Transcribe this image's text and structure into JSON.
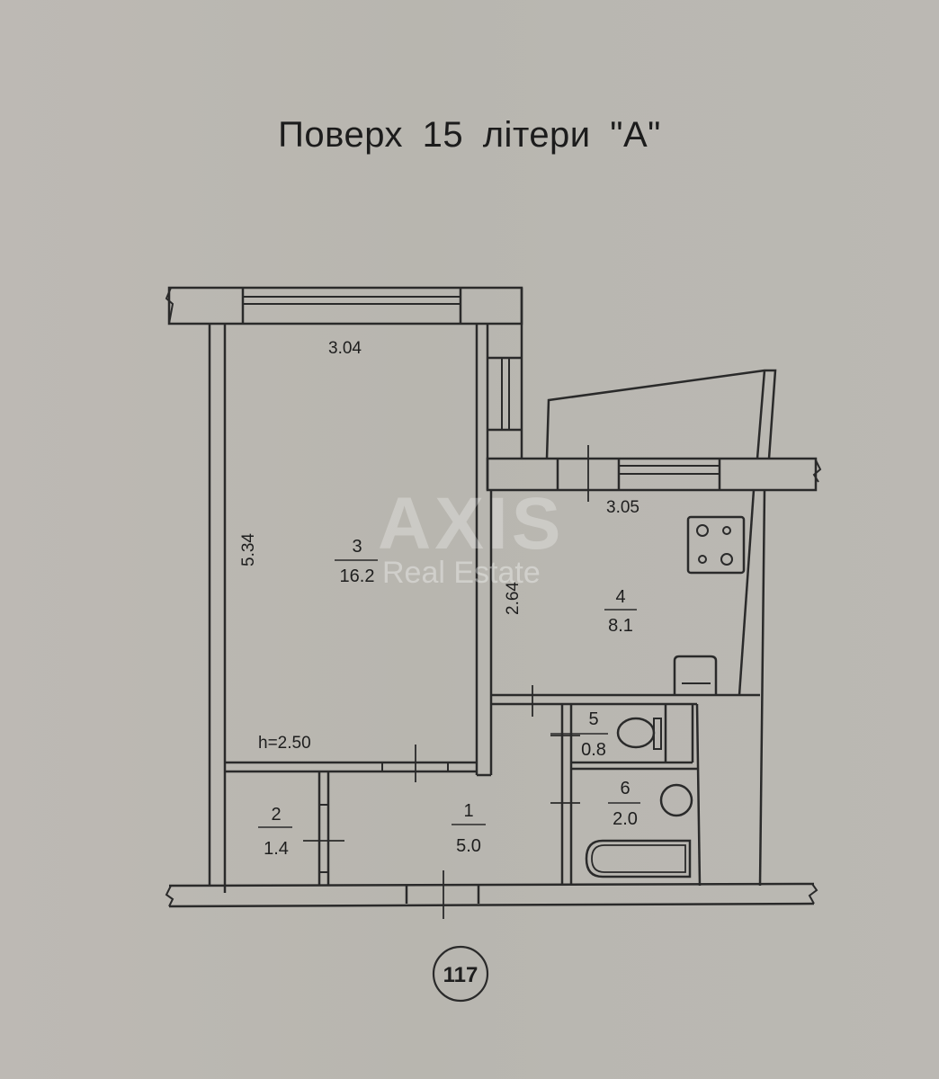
{
  "title": "Поверх  15  літери \"А\"",
  "plan_number": "117",
  "ceiling_height": "h=2.50",
  "dimensions": {
    "room3_width": "3.04",
    "room3_length": "5.34",
    "room4_width": "3.05",
    "room4_length": "2.64"
  },
  "rooms": [
    {
      "number": "1",
      "area": "5.0"
    },
    {
      "number": "2",
      "area": "1.4"
    },
    {
      "number": "3",
      "area": "16.2"
    },
    {
      "number": "4",
      "area": "8.1"
    },
    {
      "number": "5",
      "area": "0.8"
    },
    {
      "number": "6",
      "area": "2.0"
    }
  ],
  "watermark": {
    "brand": "AXIS",
    "subtitle": "Real Estate"
  },
  "colors": {
    "background": "#b9b6b0",
    "line": "#2a2a2a",
    "text": "#1e1e1e"
  }
}
